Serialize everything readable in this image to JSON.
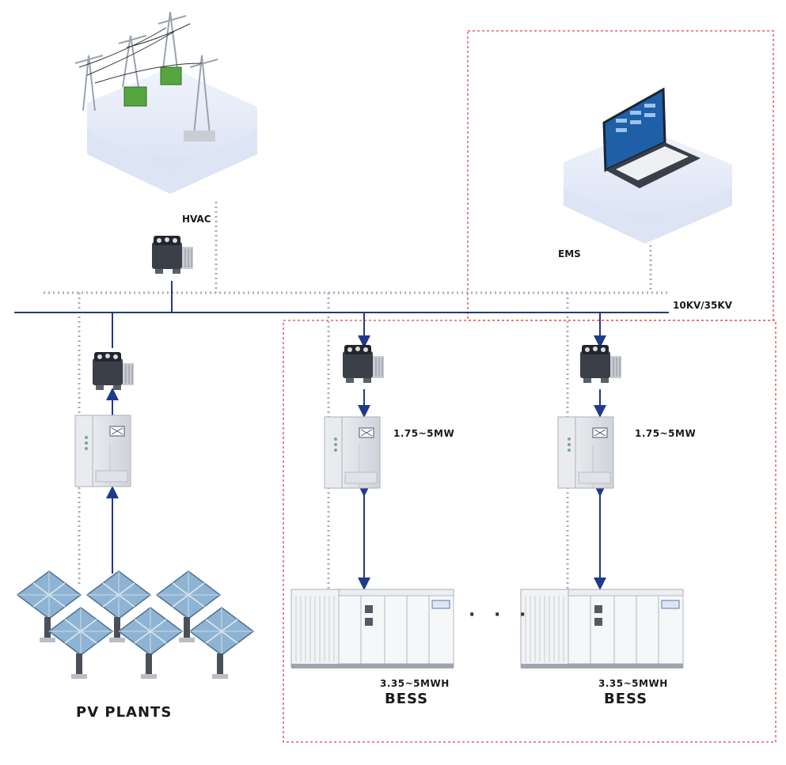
{
  "labels": {
    "hvac": "HVAC",
    "ems": "EMS",
    "bus_voltage": "10KV/35KV",
    "pcs_rating_1": "1.75~5MW",
    "pcs_rating_2": "1.75~5MW",
    "bess_capacity_1": "3.35~5MWH",
    "bess_capacity_2": "3.35~5MWH",
    "bess_1": "BESS",
    "bess_2": "BESS",
    "pv_plants": "PV PLANTS",
    "ellipsis": "· · ·"
  },
  "colors": {
    "bus_line": "#1f3a8a",
    "comm_dotted": "#a7adbf",
    "boundary_dashed": "#d9464a",
    "platform": "#dfe7f7",
    "transformer": "#2b2f36",
    "cabinet": "#e8eaee",
    "solar_panel": "#7aa7c9",
    "laptop_screen": "#1e5fa8"
  },
  "icons": [
    "substation-tower-icon",
    "transformer-icon",
    "inverter-cabinet-icon",
    "laptop-icon",
    "solar-panel-icon",
    "battery-container-icon"
  ]
}
